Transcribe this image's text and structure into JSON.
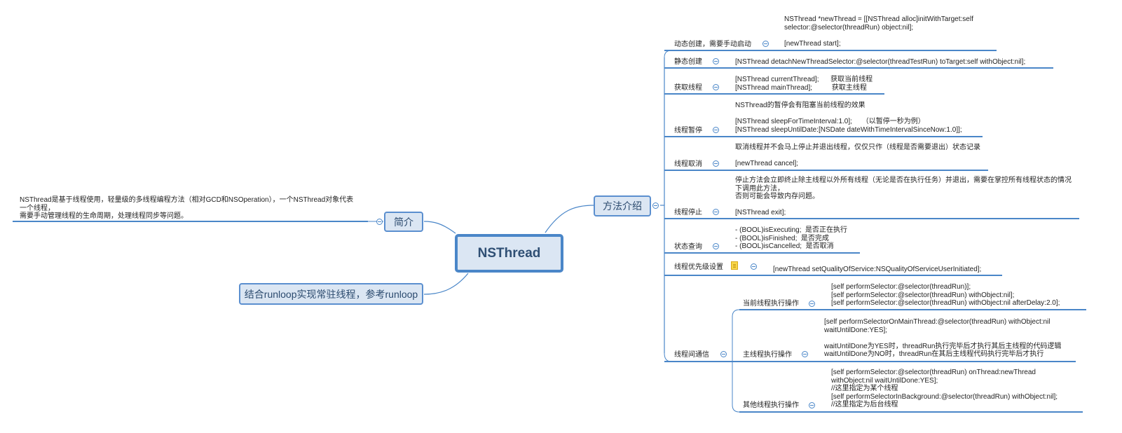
{
  "center": "NSThread",
  "intro": {
    "label": "简介",
    "text": "NSThread是基于线程使用，轻量级的多线程编程方法（相对GCD和NSOperation），一个NSThread对象代表\n一个线程，\n需要手动管理线程的生命周期，处理线程同步等问题。"
  },
  "runloop": {
    "label": "结合runloop实现常驻线程，参考runloop"
  },
  "methods": {
    "label": "方法介绍",
    "dynamic": {
      "label": "动态创建，需要手动启动",
      "code": "NSThread *newThread = [[NSThread alloc]initWithTarget:self\nselector:@selector(threadRun) object:nil];\n\n[newThread start];"
    },
    "static": {
      "label": "静态创建",
      "code": "[NSThread detachNewThreadSelector:@selector(threadTestRun) toTarget:self withObject:nil];"
    },
    "get": {
      "label": "获取线程",
      "code": "[NSThread currentThread];      获取当前线程\n[NSThread mainThread];          获取主线程"
    },
    "pause": {
      "label": "线程暂停",
      "code": "NSThread的暂停会有阻塞当前线程的效果\n\n[NSThread sleepForTimeInterval:1.0];     （以暂停一秒为例）\n[NSThread sleepUntilDate:[NSDate dateWithTimeIntervalSinceNow:1.0]];"
    },
    "cancel": {
      "label": "线程取消",
      "code": "取消线程并不会马上停止并退出线程，仅仅只作（线程是否需要退出）状态记录\n\n[newThread cancel];"
    },
    "stop": {
      "label": "线程停止",
      "code": "停止方法会立即终止除主线程以外所有线程（无论是否在执行任务）并退出，需要在掌控所有线程状态的情况\n下调用此方法，\n否则可能会导致内存问题。\n\n[NSThread exit];"
    },
    "status": {
      "label": "状态查询",
      "code": "- (BOOL)isExecuting;  是否正在执行\n- (BOOL)isFinished;  是否完成\n- (BOOL)isCancelled;  是否取消"
    },
    "priority": {
      "label": "线程优先级设置",
      "code": "[newThread setQualityOfService:NSQualityOfServiceUserInitiated];"
    },
    "comm": {
      "label": "线程间通信",
      "current": {
        "label": "当前线程执行操作",
        "code": "[self performSelector:@selector(threadRun)];\n[self performSelector:@selector(threadRun) withObject:nil];\n[self performSelector:@selector(threadRun) withObject:nil afterDelay:2.0];"
      },
      "main": {
        "label": "主线程执行操作",
        "code": "[self performSelectorOnMainThread:@selector(threadRun) withObject:nil\nwaitUntilDone:YES];\n\nwaitUntilDone为YES时，threadRun执行完毕后才执行其后主线程的代码逻辑\nwaitUntilDone为NO时，threadRun在其后主线程代码执行完毕后才执行"
      },
      "other": {
        "label": "其他线程执行操作",
        "code": "[self performSelector:@selector(threadRun) onThread:newThread\nwithObject:nil waitUntilDone:YES];\n//这里指定为某个线程\n[self performSelectorInBackground:@selector(threadRun) withObject:nil];\n//这里指定为后台线程"
      }
    }
  },
  "colors": {
    "line": "#4a86c8",
    "topic_fill": "#dbe6f3",
    "topic_text": "#2b4a6e"
  }
}
